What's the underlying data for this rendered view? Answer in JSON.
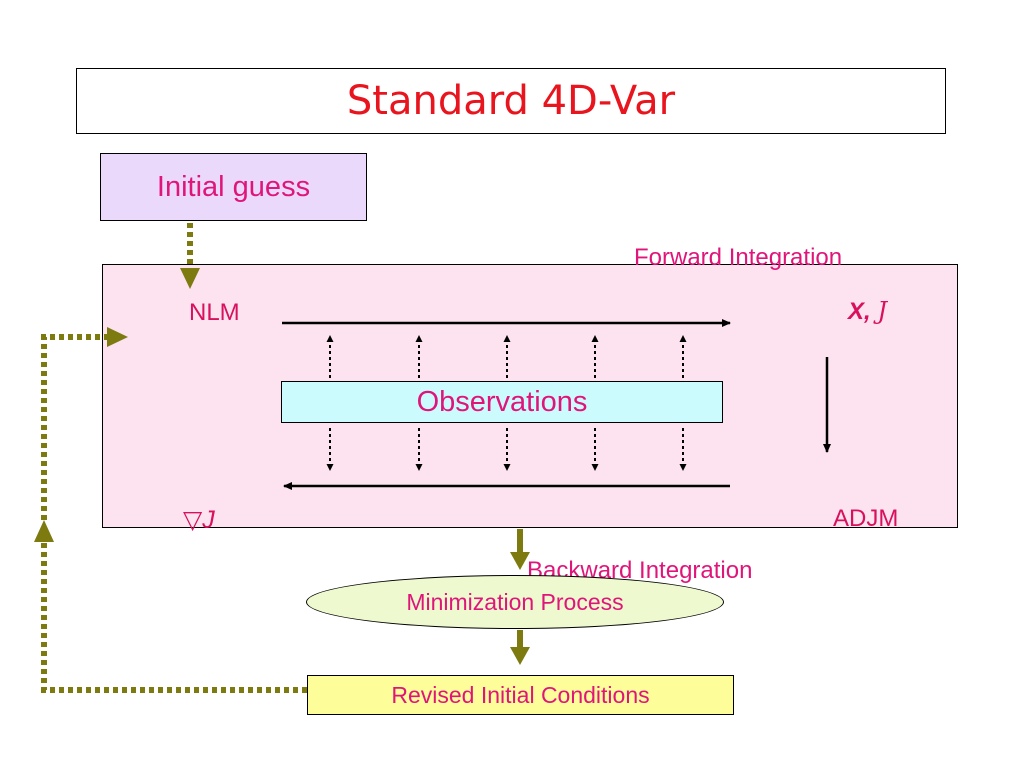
{
  "title": "Standard 4D-Var",
  "initial_guess": "Initial guess",
  "nlm_label": "NLM",
  "state_label_x": "X,",
  "state_label_j": "J",
  "gradient_label": "▽J",
  "adjm_label": "ADJM",
  "forward_label": "Forward Integration",
  "backward_label": "Backward Integration",
  "observations": "Observations",
  "minimization": "Minimization Process",
  "revised": "Revised Initial Conditions",
  "colors": {
    "title_red": "#e8141e",
    "label_pink": "#e0157a",
    "olive_arrow": "#7d7a10",
    "guess_fill": "#ead9fb",
    "model_fill": "#fde3ef",
    "obs_fill": "#ccfbfd",
    "min_fill": "#eef9cf",
    "revised_fill": "#fdfd9a"
  }
}
